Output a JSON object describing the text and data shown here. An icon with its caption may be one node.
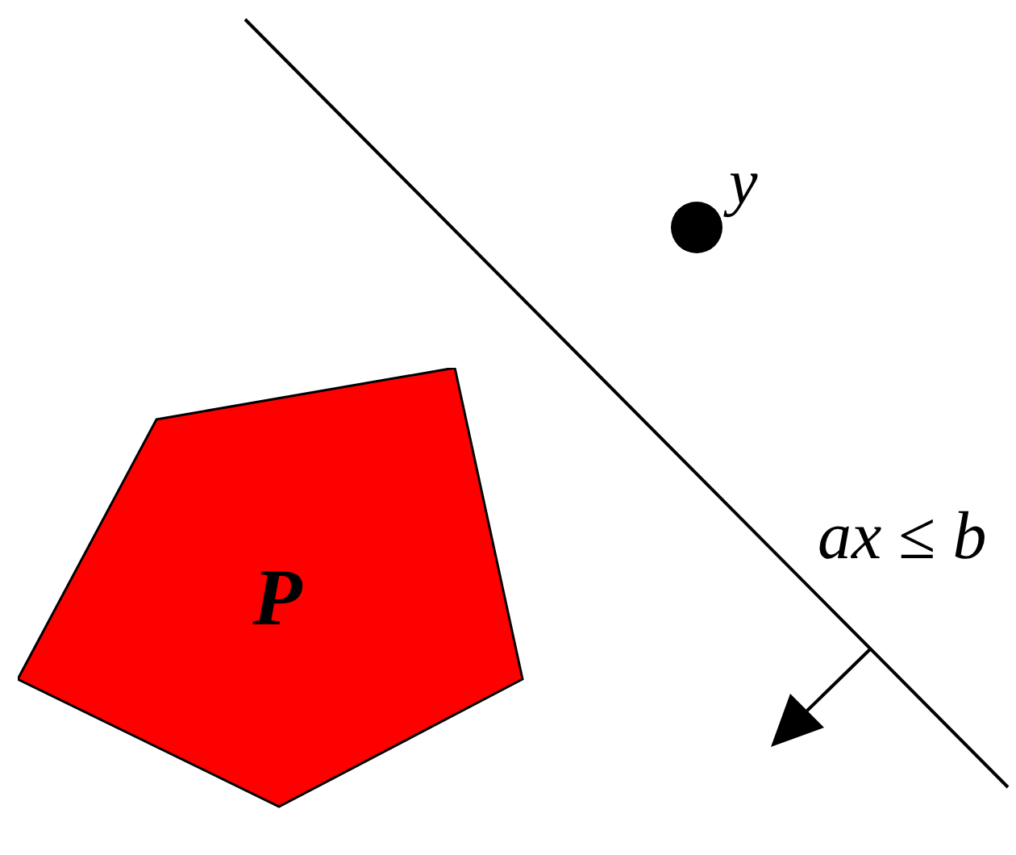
{
  "diagram": {
    "nodes": [
      {
        "text": [
          "P"
        ]
      },
      {
        "text": [],
        "shape": "circle",
        "beside": [
          "y"
        ]
      }
    ],
    "labels": [
      "*ax* ≤ *b*"
    ]
  }
}
